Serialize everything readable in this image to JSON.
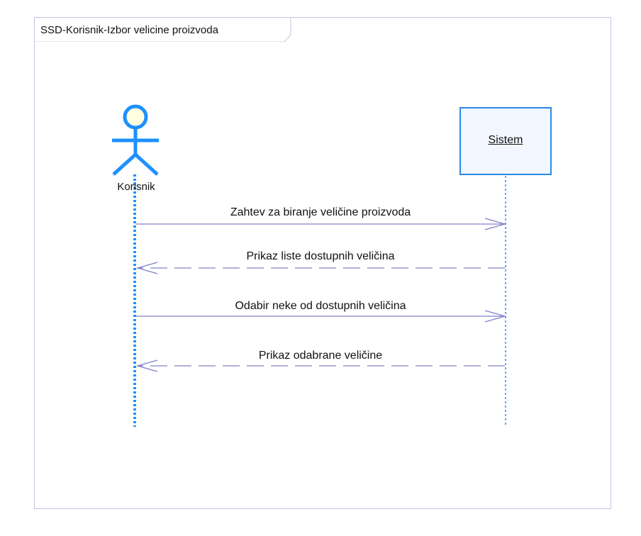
{
  "frame": {
    "title": "SSD-Korisnik-Izbor velicine proizvoda"
  },
  "actor": {
    "label": "Korisnik",
    "icon": "stick-figure-icon"
  },
  "system": {
    "label": "Sistem"
  },
  "messages": [
    {
      "label": "Zahtev za biranje veličine proizvoda",
      "direction": "to-system",
      "style": "solid"
    },
    {
      "label": "Prikaz liste dostupnih veličina",
      "direction": "to-actor",
      "style": "dashed"
    },
    {
      "label": "Odabir neke od dostupnih veličina",
      "direction": "to-system",
      "style": "solid"
    },
    {
      "label": "Prikaz odabrane veličine",
      "direction": "to-actor",
      "style": "dashed"
    }
  ],
  "colors": {
    "frame_border": "#c4c4e0",
    "actor_stroke": "#1e90ff",
    "actor_head_fill": "#ffffe0",
    "lifeline": "#1e90ff",
    "message_line": "#8080c8",
    "object_border": "#2a8ae6",
    "object_fill": "#f2f6ff"
  }
}
